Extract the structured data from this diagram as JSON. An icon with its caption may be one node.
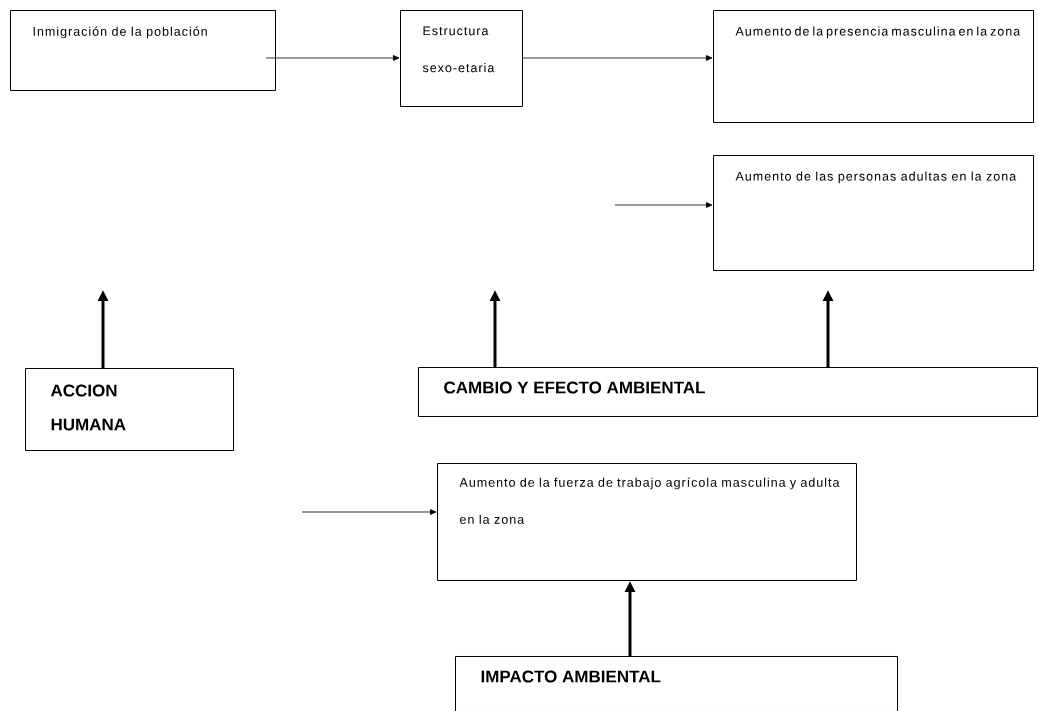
{
  "diagram": {
    "nodes": [
      {
        "text": [
          "Inmigración de la población"
        ]
      },
      {
        "text": [
          "Estructura sexo-etaria"
        ]
      },
      {
        "text": [
          "Aumento de la presencia masculina en la zona"
        ]
      },
      {
        "text": [
          "Aumento de las personas adultas en la zona"
        ]
      },
      {
        "text": [
          "ACCION HUMANA"
        ]
      },
      {
        "text": [
          "CAMBIO Y EFECTO AMBIENTAL"
        ]
      },
      {
        "text": [
          "Aumento de la fuerza de trabajo agrícola masculina y adulta en la zona"
        ]
      },
      {
        "text": [
          "IMPACTO AMBIENTAL"
        ]
      }
    ],
    "edges": [
      {
        "from": 0,
        "to": 1,
        "arrow": "to"
      },
      {
        "from": 1,
        "to": 2,
        "arrow": "to"
      },
      {
        "from": null,
        "to": 3,
        "arrow": "to"
      },
      {
        "from": null,
        "to": 6,
        "arrow": "to"
      },
      {
        "from": 4,
        "to": null,
        "arrow": "to",
        "style": "thick"
      },
      {
        "from": 5,
        "to": null,
        "arrow": "to",
        "style": "thick"
      },
      {
        "from": 5,
        "to": null,
        "arrow": "to",
        "style": "thick"
      },
      {
        "from": 7,
        "to": 6,
        "arrow": "to",
        "style": "thick"
      }
    ]
  }
}
